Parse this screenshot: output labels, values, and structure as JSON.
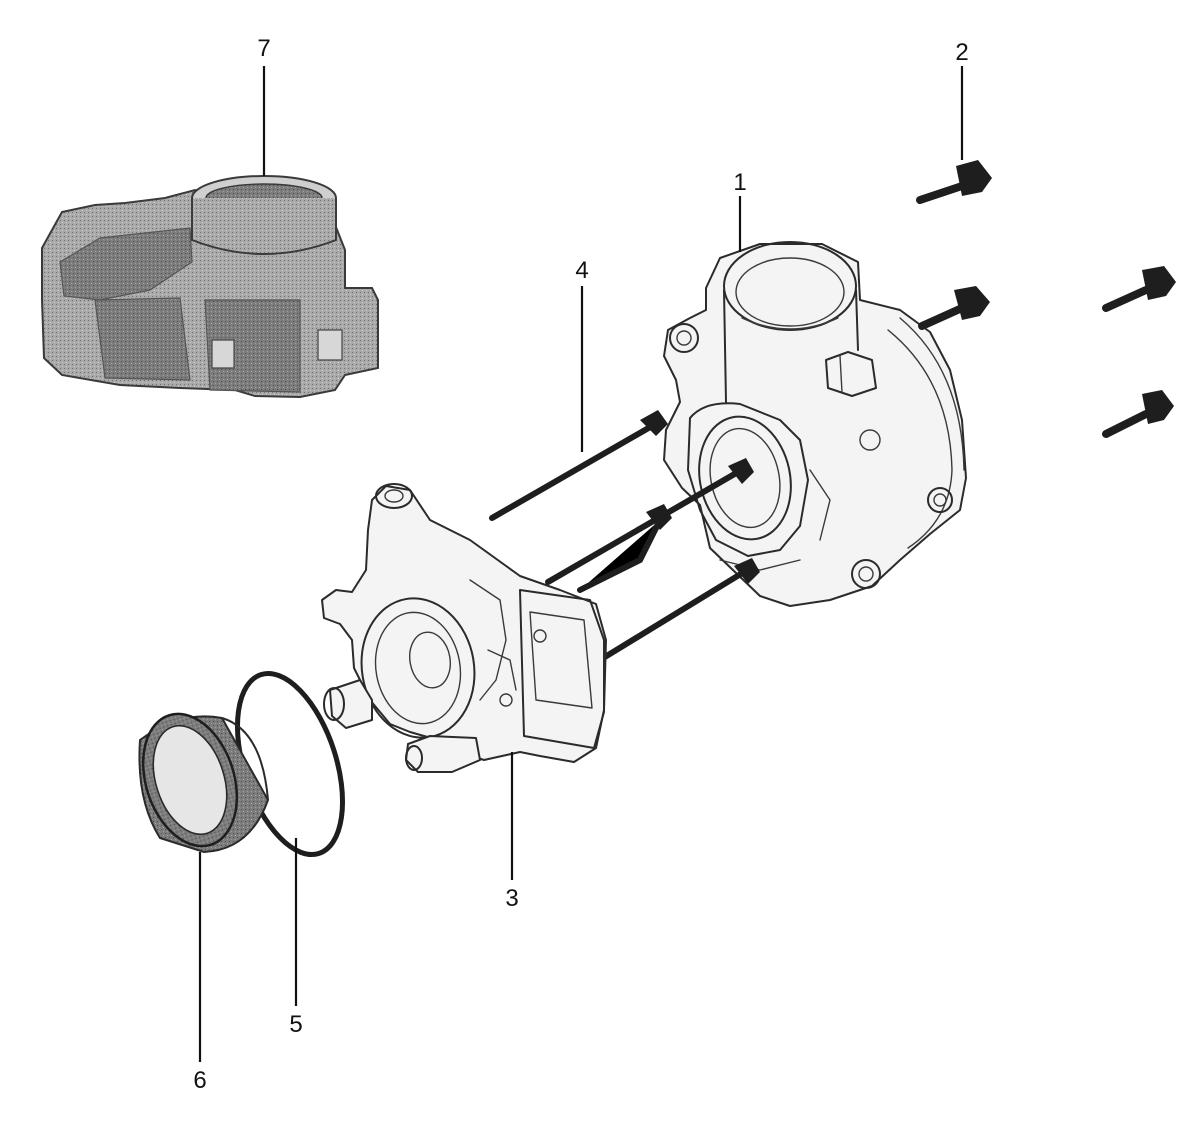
{
  "diagram": {
    "callouts": [
      {
        "id": "1",
        "label": "1"
      },
      {
        "id": "2",
        "label": "2"
      },
      {
        "id": "3",
        "label": "3"
      },
      {
        "id": "4",
        "label": "4"
      },
      {
        "id": "5",
        "label": "5"
      },
      {
        "id": "6",
        "label": "6"
      },
      {
        "id": "7",
        "label": "7"
      }
    ],
    "colors": {
      "ink": "#2b2b2b",
      "throttle_body_shade": "#8a8a8a",
      "seal_shade": "#5a5a5a"
    }
  }
}
